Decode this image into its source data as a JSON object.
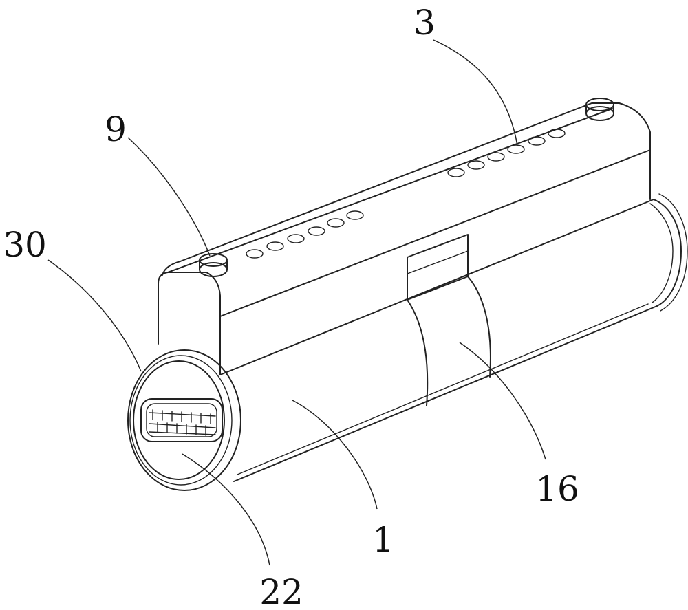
{
  "labels": {
    "l3": "3",
    "l9": "9",
    "l30": "30",
    "l16": "16",
    "l1": "1",
    "l22": "22"
  }
}
